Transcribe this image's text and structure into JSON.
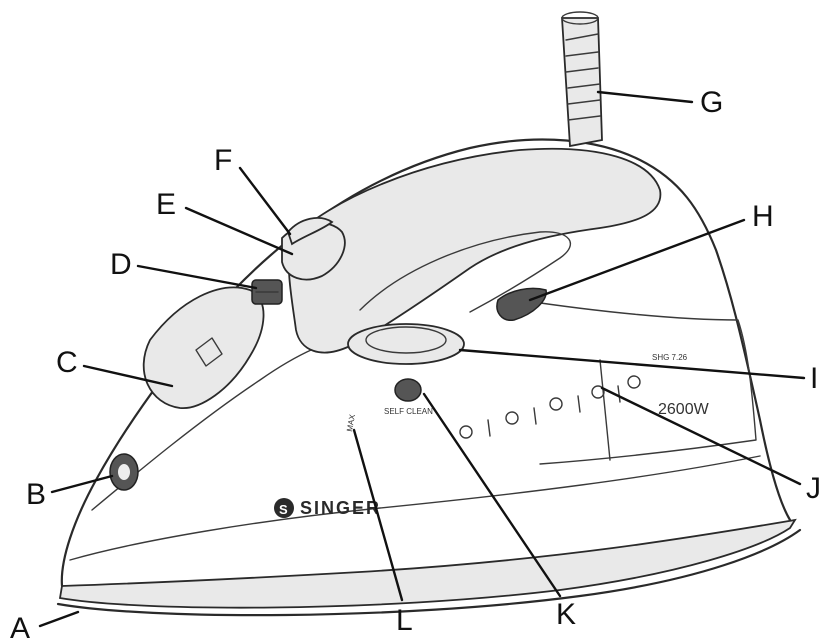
{
  "labels": {
    "A": "A",
    "B": "B",
    "C": "C",
    "D": "D",
    "E": "E",
    "F": "F",
    "G": "G",
    "H": "H",
    "I": "I",
    "J": "J",
    "K": "K",
    "L": "L"
  },
  "body_text": {
    "brand": "SINGER",
    "brand_logo_letter": "S",
    "wattage": "2600W",
    "model": "SHG 7.26",
    "self_clean": "SELF CLEAN",
    "max": "MAX"
  }
}
